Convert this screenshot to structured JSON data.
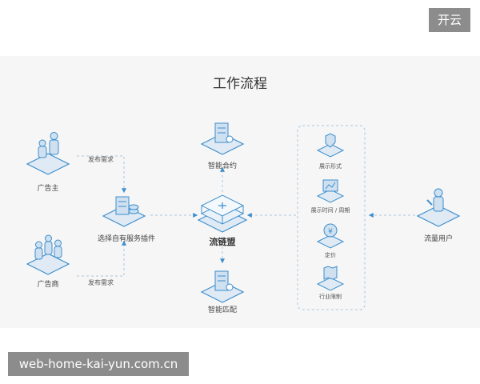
{
  "top_badge": "开云",
  "title": "工作流程",
  "nodes": {
    "advertiser": "广告主",
    "ad_agency": "广告商",
    "plugin": "选择自有服务插件",
    "smart_contract": "智能合约",
    "core": "流链盟",
    "smart_match": "智能匹配",
    "traffic_user": "流量用户"
  },
  "edges": {
    "demand_top": "发布需求",
    "demand_bottom": "发布需求"
  },
  "options": [
    "展示形式",
    "展示时间 / 周期",
    "定价",
    "行业限制"
  ],
  "icons": [
    "advertiser-icon",
    "agency-icon",
    "server-plugin-icon",
    "contract-server-icon",
    "core-hub-icon",
    "match-server-icon",
    "user-icon",
    "shield-icon",
    "chart-icon",
    "price-coin-icon",
    "map-icon"
  ],
  "colors": {
    "accent": "#3d8ecc",
    "line": "#a9c4de",
    "panel_bg": "#f6f6f6",
    "badge_bg": "#8c8c8c"
  },
  "watermark": "web-home-kai-yun.com.cn"
}
